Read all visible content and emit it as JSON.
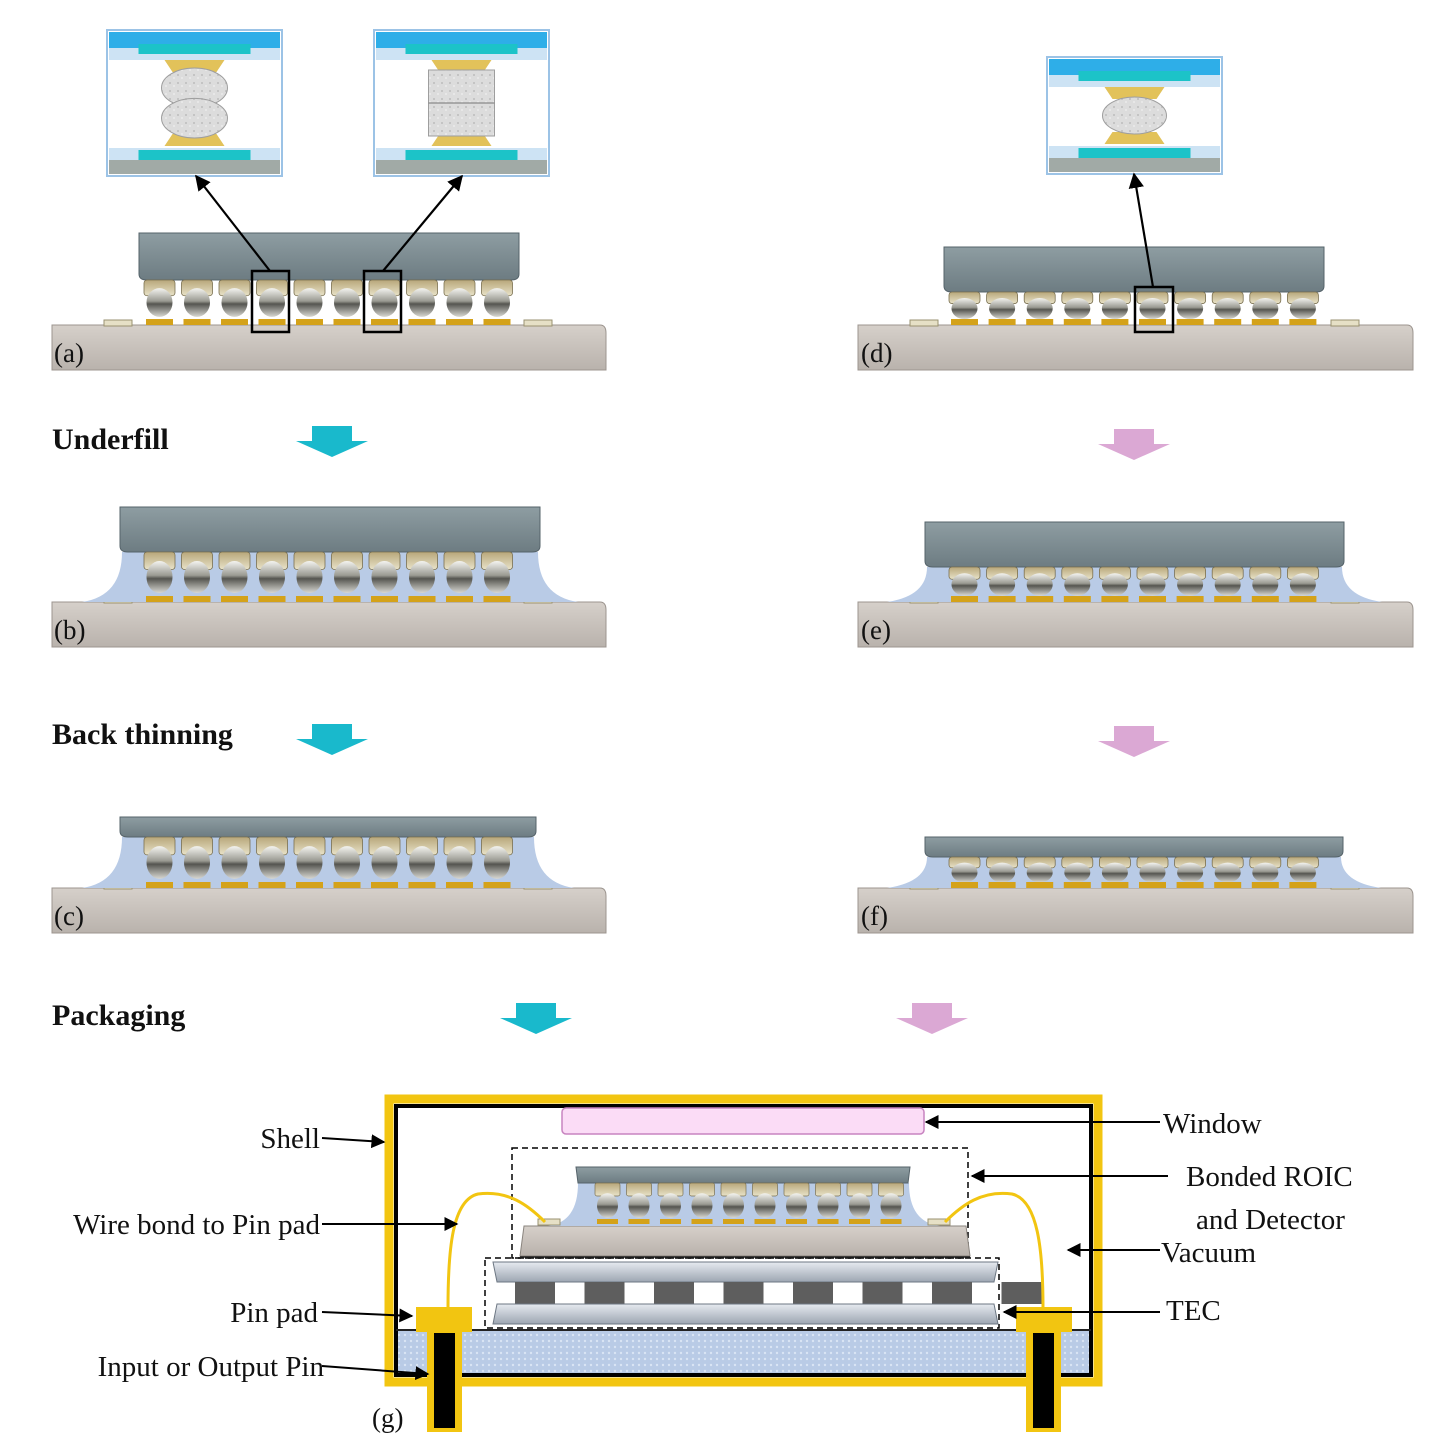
{
  "panels": {
    "a": "(a)",
    "b": "(b)",
    "c": "(c)",
    "d": "(d)",
    "e": "(e)",
    "f": "(f)",
    "g": "(g)"
  },
  "steps": {
    "underfill": "Underfill",
    "back_thinning": "Back thinning",
    "packaging": "Packaging"
  },
  "package_labels": {
    "shell": "Shell",
    "wire_bond": "Wire bond to Pin pad",
    "pin_pad": "Pin pad",
    "io_pin": "Input or Output Pin",
    "window": "Window",
    "bonded_line1": "Bonded ROIC",
    "bonded_line2": "and Detector",
    "vacuum": "Vacuum",
    "tec": "TEC"
  },
  "colors": {
    "left_arrow": "#19b9cc",
    "right_arrow": "#dba8d4",
    "underfill": "#b9cbe6",
    "detector": "#7a8a90",
    "substrate": "#c5beb8",
    "bump_gold": "#d4a21a",
    "shell_gold": "#f2c511",
    "window_pink": "#fbdcf6"
  },
  "bump_columns": 10
}
